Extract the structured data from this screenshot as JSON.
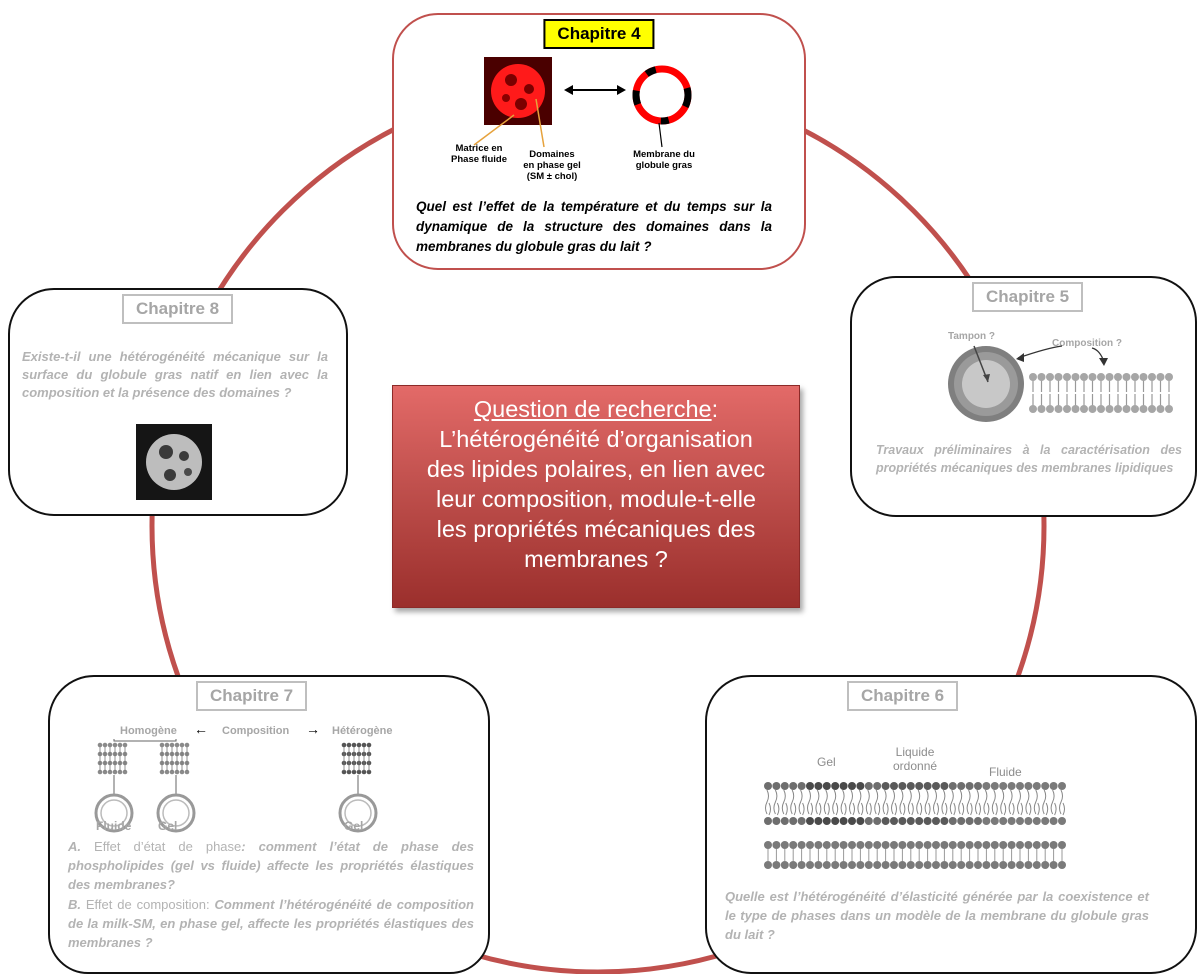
{
  "center": {
    "heading": "Question de recherche",
    "heading_suffix": ":",
    "lines": [
      "L’hétérogénéité d’organisation",
      "des lipides polaires, en lien avec",
      "leur composition, module-t-elle",
      "les propriétés mécaniques des",
      "membranes ?"
    ]
  },
  "ch4": {
    "chip": "Chapitre 4",
    "label_matrix": "Matrice en\nPhase fluide",
    "label_domains": "Domaines\nen phase gel\n(SM ± chol)",
    "label_membrane": "Membrane du\nglobule gras",
    "question": "Quel est l’effet de la température et du temps sur la dynamique de la structure des domaines dans la membranes du globule gras du lait ?"
  },
  "ch5": {
    "chip": "Chapitre 5",
    "label_tampon": "Tampon ?",
    "label_composition": "Composition ?",
    "text": "Travaux préliminaires à la caractérisation des propriétés mécaniques des membranes lipidiques"
  },
  "ch6": {
    "chip": "Chapitre 6",
    "label_gel": "Gel",
    "label_liquide": "Liquide\nordonné",
    "label_fluide": "Fluide",
    "question": "Quelle est l’hétérogénéité d’élasticité générée par la coexistence et le type de phases dans un modèle de la membrane du globule gras du lait ?"
  },
  "ch7": {
    "chip": "Chapitre 7",
    "label_homogene": "Homogène",
    "label_composition": "Composition",
    "label_heterogene": "Hétérogène",
    "label_fluide": "Fluide",
    "label_gel1": "Gel",
    "label_gel2": "Gel",
    "a_letter": "A.",
    "a_plain": " Effet d’état de phase",
    "a_bold": ": comment l’état de phase des phospholipides (gel vs fluide) affecte les propriétés élastiques des membranes?",
    "b_letter": "B.",
    "b_plain": " Effet de composition: ",
    "b_bold": "Comment l’hétérogénéité de composition de la milk-SM, en phase gel,  affecte les propriétés élastiques des membranes ?"
  },
  "ch8": {
    "chip": "Chapitre 8",
    "question": "Existe-t-il une hétérogénéité mécanique sur la surface du globule gras natif en lien avec la composition et la présence des domaines ?"
  },
  "colors": {
    "ring": "#c0504d",
    "highlight": "#ffff00",
    "muted": "#a6a6a6"
  }
}
